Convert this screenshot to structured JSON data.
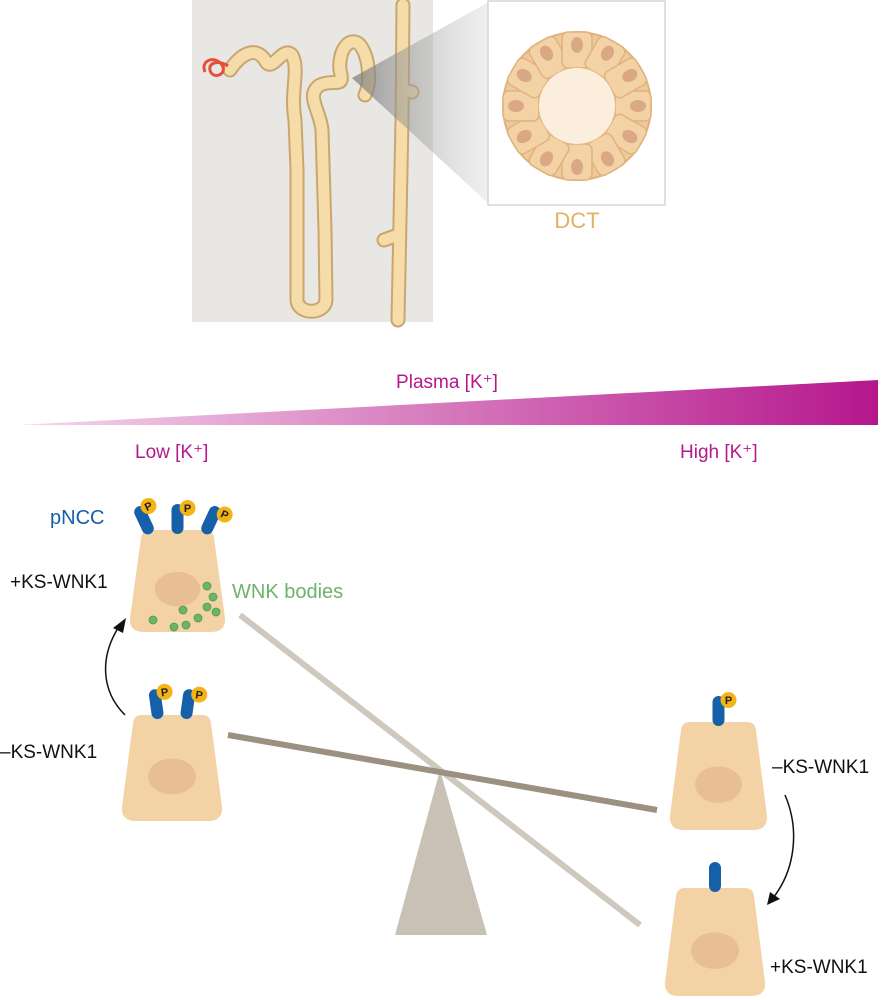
{
  "top": {
    "zoom_label": "DCT"
  },
  "gradient": {
    "title": "Plasma [K⁺]",
    "low": "Low [K⁺]",
    "high": "High [K⁺]",
    "color": "#b5178c"
  },
  "labels": {
    "pncc": "pNCC",
    "wnk_bodies": "WNK bodies",
    "left_top": "+KS-WNK1",
    "left_bottom": "–KS-WNK1",
    "right_top": "–KS-WNK1",
    "right_bottom": "+KS-WNK1",
    "phospho": "P"
  },
  "colors": {
    "cell": "#f3d3a6",
    "nucleus": "#e8bf95",
    "ncc": "#1560a8",
    "phospho": "#f5b415",
    "wnk_body": "#6db36a"
  }
}
